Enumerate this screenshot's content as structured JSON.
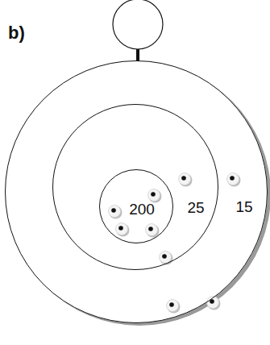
{
  "diagram": {
    "nodes": [
      {
        "text": [
          "15"
        ]
      },
      {
        "text": [
          "25"
        ],
        "in": 0
      },
      {
        "text": [
          "200"
        ],
        "in": 1
      }
    ],
    "labels": [
      "b)"
    ]
  }
}
